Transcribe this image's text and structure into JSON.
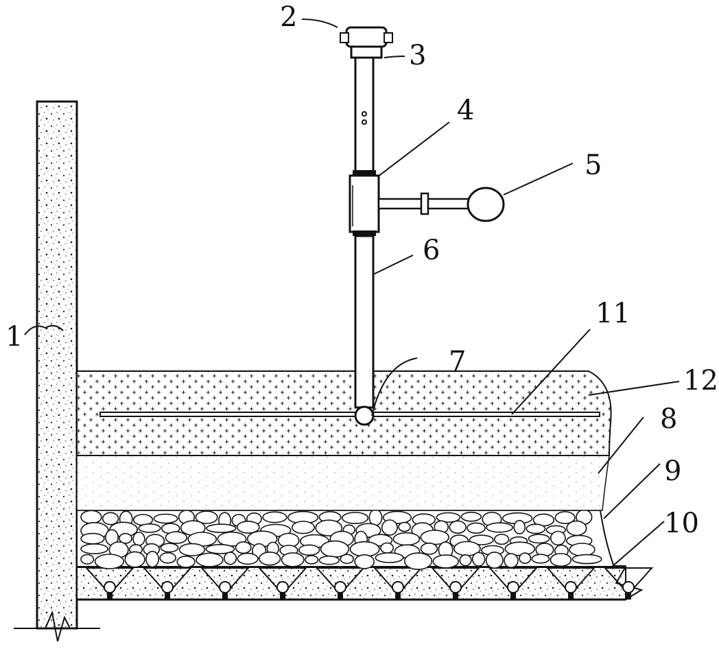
{
  "labels": {
    "l1": "1",
    "l2": "2",
    "l3": "3",
    "l4": "4",
    "l5": "5",
    "l6": "6",
    "l7": "7",
    "l8": "8",
    "l9": "9",
    "l10": "10",
    "l11": "11",
    "l12": "12"
  },
  "colors": {
    "ink": "#111111",
    "paper": "#ffffff",
    "fill_light": "#f2f2f2"
  }
}
